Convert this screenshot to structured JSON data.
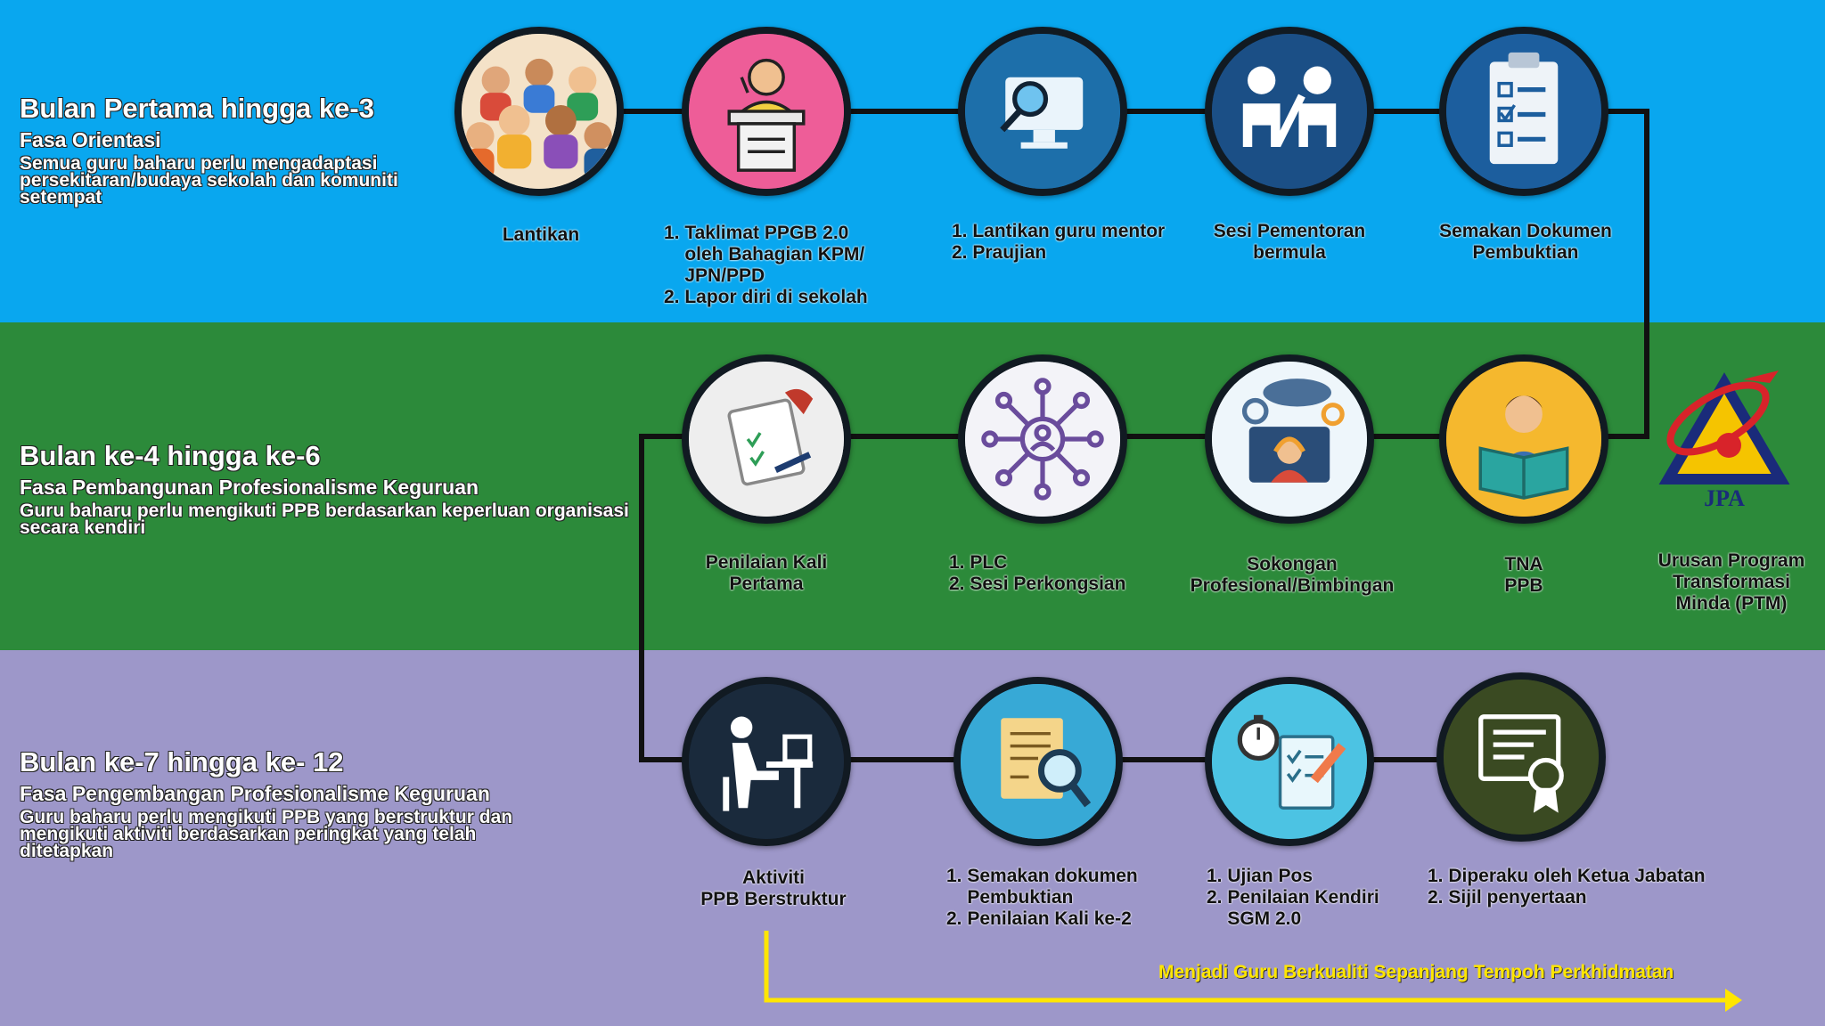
{
  "colors": {
    "band1": "#09a7ef",
    "band2": "#2c8a3a",
    "band3": "#9d97c9",
    "connector": "#111111",
    "final_arrow": "#ffe600"
  },
  "phases": [
    {
      "title": "Bulan Pertama hingga ke-3",
      "subtitle": "Fasa Orientasi",
      "description": "Semua guru baharu perlu mengadaptasi persekitaran/budaya sekolah dan komuniti setempat"
    },
    {
      "title": "Bulan ke-4 hingga ke-6",
      "subtitle": "Fasa Pembangunan Profesionalisme Keguruan",
      "description": "Guru baharu perlu mengikuti PPB berdasarkan keperluan organisasi secara kendiri"
    },
    {
      "title": "Bulan ke-7 hingga ke- 12",
      "subtitle": "Fasa Pengembangan Profesionalisme Keguruan",
      "description": "Guru baharu perlu mengikuti PPB yang berstruktur dan mengikuti aktiviti berdasarkan peringkat yang telah ditetapkan"
    }
  ],
  "steps": [
    {
      "id": "lantikan",
      "icon": "crowd-icon",
      "label": "Lantikan"
    },
    {
      "id": "taklimat",
      "icon": "podium-speaker-icon",
      "label": "1. Taklimat PPGB 2.0\n    oleh Bahagian KPM/\n    JPN/PPD\n2. Lapor diri di sekolah"
    },
    {
      "id": "mentor",
      "icon": "monitor-search-icon",
      "label": "1. Lantikan guru mentor\n2. Praujian"
    },
    {
      "id": "pementoran",
      "icon": "mentor-people-icon",
      "label": "Sesi Pementoran\nbermula"
    },
    {
      "id": "semakan1",
      "icon": "clipboard-checklist-icon",
      "label": "Semakan Dokumen\nPembuktian"
    },
    {
      "id": "tna",
      "icon": "reader-book-icon",
      "label": "TNA\nPPB"
    },
    {
      "id": "sokongan",
      "icon": "support-headset-icon",
      "label": "Sokongan\nProfesional/Bimbingan"
    },
    {
      "id": "plc",
      "icon": "network-people-icon",
      "label": "1. PLC\n2. Sesi Perkongsian"
    },
    {
      "id": "penilaian1",
      "icon": "clipboard-evaluation-icon",
      "label": "Penilaian Kali\nPertama"
    },
    {
      "id": "aktiviti",
      "icon": "desk-worker-icon",
      "label": "Aktiviti\nPPB Berstruktur"
    },
    {
      "id": "semakan2",
      "icon": "document-magnifier-icon",
      "label": "1. Semakan dokumen\n    Pembuktian\n2. Penilaian Kali ke-2"
    },
    {
      "id": "ujian",
      "icon": "stopwatch-checklist-icon",
      "label": "1. Ujian Pos\n2. Penilaian Kendiri\n    SGM 2.0"
    },
    {
      "id": "sijil",
      "icon": "certificate-icon",
      "label": "1. Diperaku oleh Ketua Jabatan\n2. Sijil penyertaan"
    }
  ],
  "jpa": {
    "logo_text": "JPA",
    "label": "Urusan Program\nTransformasi\nMinda (PTM)"
  },
  "final_text": "Menjadi Guru Berkualiti Sepanjang Tempoh Perkhidmatan"
}
